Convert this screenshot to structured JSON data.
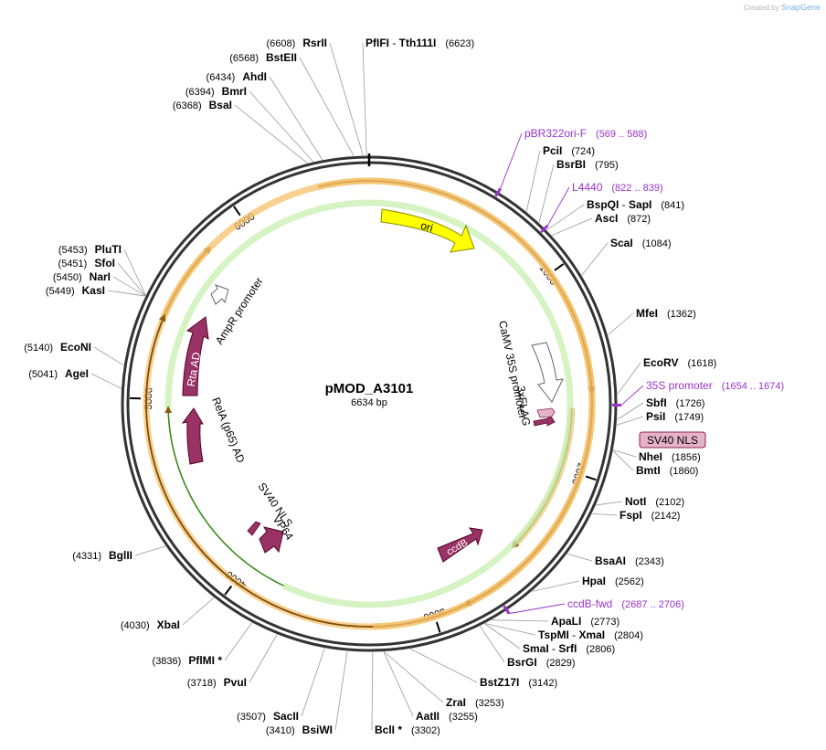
{
  "watermark": {
    "prefix": "Created by",
    "brand": "SnapGene"
  },
  "plasmid": {
    "name": "pMOD_A3101",
    "size_label": "6634 bp",
    "length": 6634
  },
  "ticks": [
    {
      "pos": 1000,
      "label": "1000"
    },
    {
      "pos": 2000,
      "label": "2000"
    },
    {
      "pos": 3000,
      "label": "3000"
    },
    {
      "pos": 4000,
      "label": "4000"
    },
    {
      "pos": 5000,
      "label": "5000"
    },
    {
      "pos": 6000,
      "label": "6000"
    }
  ],
  "enzymes": [
    {
      "name": "PfIFI",
      "name2": "Tth111I",
      "pos": "6623"
    },
    {
      "name": "RsrII",
      "pos": "6608"
    },
    {
      "name": "BstEII",
      "pos": "6568"
    },
    {
      "name": "AhdI",
      "pos": "6434"
    },
    {
      "name": "BmrI",
      "pos": "6394"
    },
    {
      "name": "BsaI",
      "pos": "6368"
    },
    {
      "name": "PciI",
      "pos": "724"
    },
    {
      "name": "BsrBI",
      "pos": "795"
    },
    {
      "name": "BspQI",
      "name2": "SapI",
      "pos": "841"
    },
    {
      "name": "AscI",
      "pos": "872"
    },
    {
      "name": "ScaI",
      "pos": "1084"
    },
    {
      "name": "MfeI",
      "pos": "1362"
    },
    {
      "name": "EcoRV",
      "pos": "1618"
    },
    {
      "name": "SbfI",
      "pos": "1726"
    },
    {
      "name": "PsiI",
      "pos": "1749"
    },
    {
      "name": "NheI",
      "pos": "1856"
    },
    {
      "name": "BmtI",
      "pos": "1860"
    },
    {
      "name": "NotI",
      "pos": "2102"
    },
    {
      "name": "FspI",
      "pos": "2142"
    },
    {
      "name": "BsaAI",
      "pos": "2343"
    },
    {
      "name": "HpaI",
      "pos": "2562"
    },
    {
      "name": "ApaLI",
      "pos": "2773"
    },
    {
      "name": "TspMI",
      "name2": "XmaI",
      "pos": "2804"
    },
    {
      "name": "SmaI",
      "name2": "SrfI",
      "pos": "2806"
    },
    {
      "name": "BsrGI",
      "pos": "2829"
    },
    {
      "name": "BstZ17I",
      "pos": "3142"
    },
    {
      "name": "ZraI",
      "pos": "3253"
    },
    {
      "name": "AatII",
      "pos": "3255"
    },
    {
      "name": "BclI *",
      "pos": "3302"
    },
    {
      "name": "BsiWI",
      "pos": "3410"
    },
    {
      "name": "SacII",
      "pos": "3507"
    },
    {
      "name": "PvuI",
      "pos": "3718"
    },
    {
      "name": "PflMI *",
      "pos": "3836"
    },
    {
      "name": "XbaI",
      "pos": "4030"
    },
    {
      "name": "BglII",
      "pos": "4331"
    },
    {
      "name": "AgeI",
      "pos": "5041"
    },
    {
      "name": "EcoNI",
      "pos": "5140"
    },
    {
      "name": "KasI",
      "pos": "5449"
    },
    {
      "name": "NarI",
      "pos": "5450"
    },
    {
      "name": "SfoI",
      "pos": "5451"
    },
    {
      "name": "PluTI",
      "pos": "5453"
    }
  ],
  "primers": [
    {
      "name": "pBR322ori-F",
      "range": "(569 .. 588)"
    },
    {
      "name": "L4440",
      "range": "(822 .. 839)"
    },
    {
      "name": "35S promoter",
      "range": "(1654 .. 1674)"
    },
    {
      "name": "ccdB-fwd",
      "range": "(2687 .. 2706)"
    }
  ],
  "features": [
    {
      "name": "ori",
      "color": "#ffff00"
    },
    {
      "name": "CaMV 35S promoter",
      "color": "#ffffff"
    },
    {
      "name": "3xFLAG",
      "color": "#993366"
    },
    {
      "name": "SV40 NLS",
      "color": "#e6b3c4"
    },
    {
      "name": "ccdB",
      "color": "#993366"
    },
    {
      "name": "VP64",
      "color": "#993366"
    },
    {
      "name": "RelA (p65) AD",
      "color": "#993366"
    },
    {
      "name": "Rta AD",
      "color": "#993366"
    },
    {
      "name": "AmpR promoter",
      "color": "#ffffff"
    }
  ],
  "colors": {
    "enzyme": "#000000",
    "primer": "#9933cc",
    "orf_glow": "#f5c26b",
    "orf_green": "#7fd058"
  }
}
